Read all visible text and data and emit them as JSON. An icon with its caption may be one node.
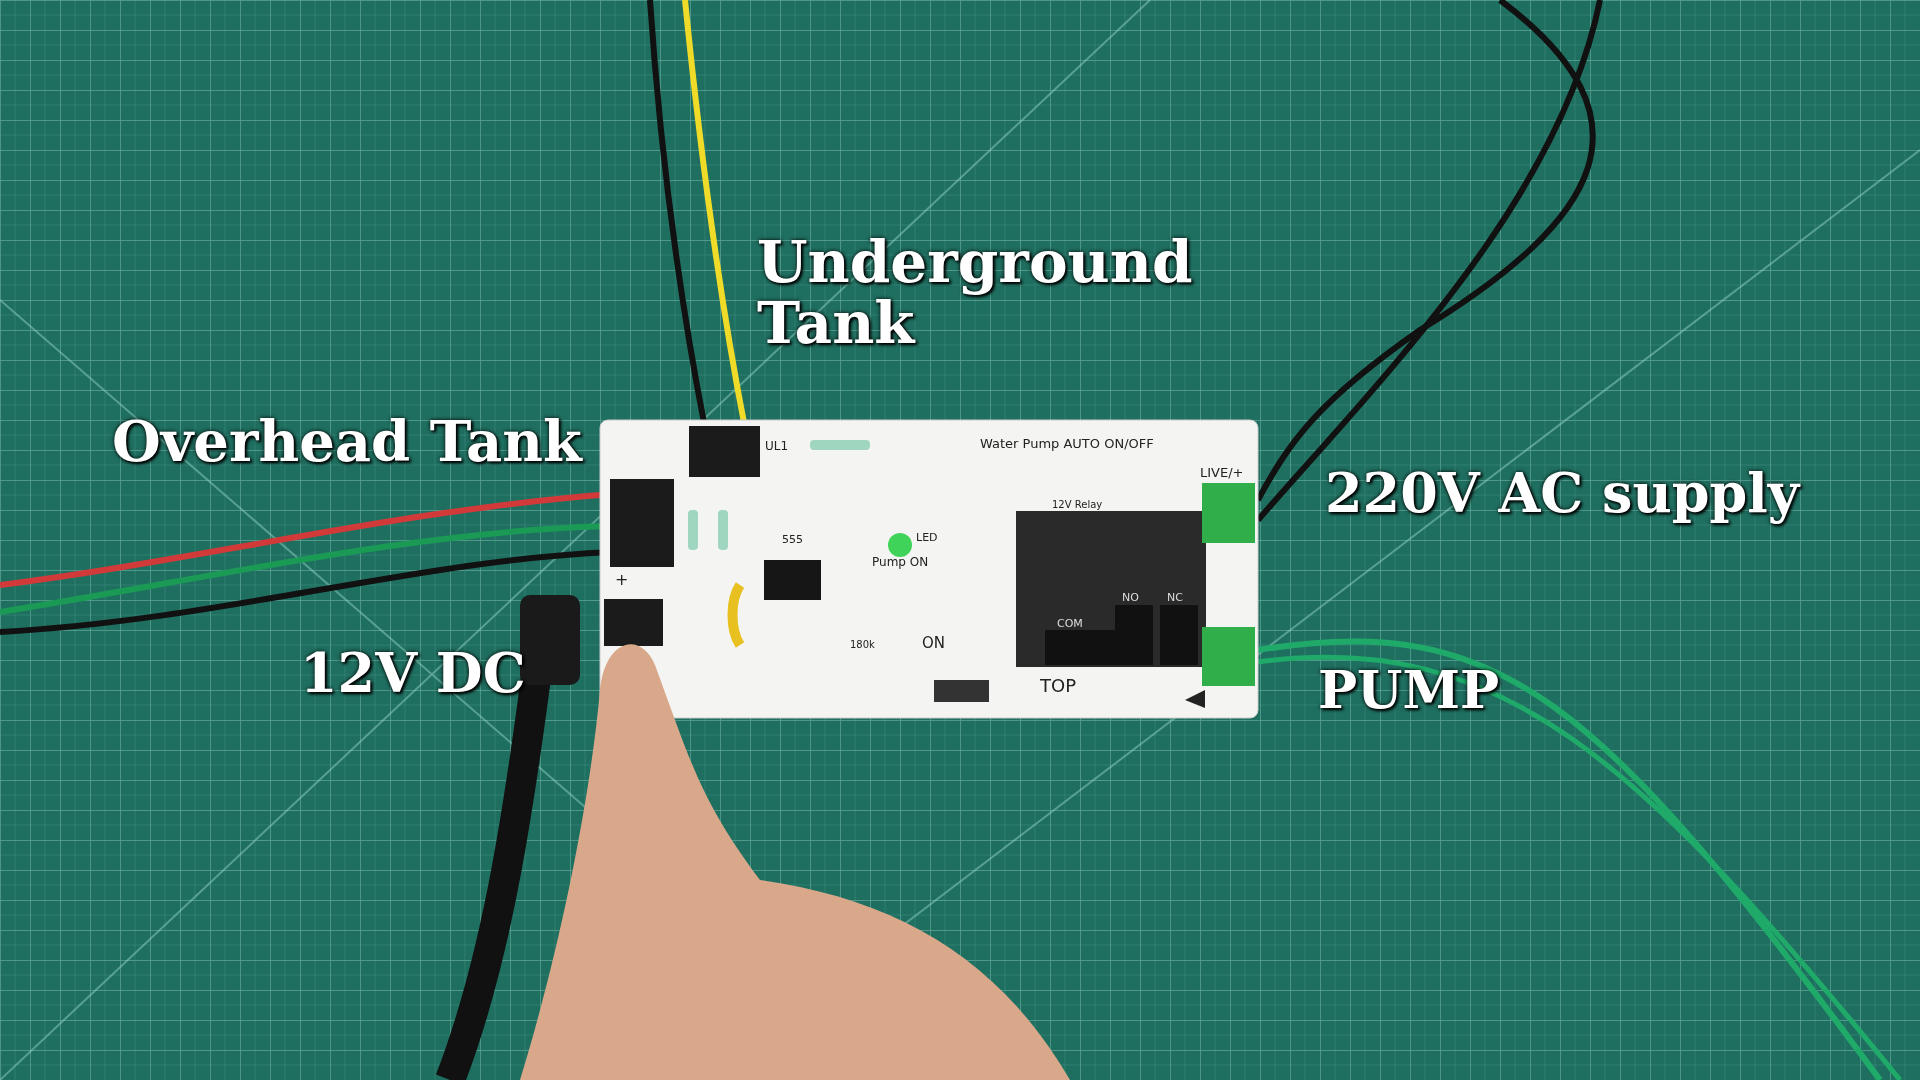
{
  "diagram": {
    "labels": [
      "Underground Tank",
      "Overhead Tank",
      "Water Pump AUTO ON/OFF",
      "UL1",
      "LIVE/+",
      "220V AC supply",
      "12V Relay",
      "555",
      "LED",
      "Pump ON",
      "+",
      "ON",
      "180k",
      "COM",
      "NO",
      "NC",
      "12V DC",
      "PUMP",
      "TOP"
    ]
  }
}
